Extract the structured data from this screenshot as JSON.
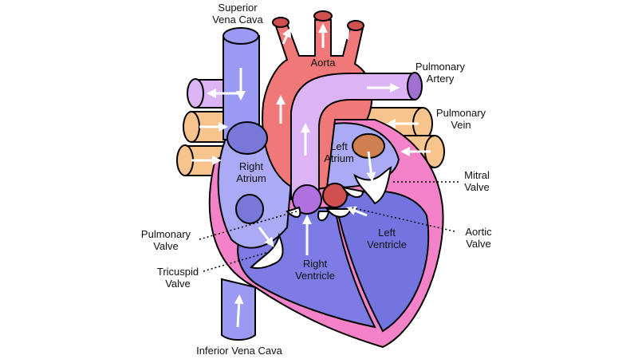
{
  "title": "Heart diagram",
  "labels": {
    "superior_vena_cava": [
      "Superior",
      "Vena Cava"
    ],
    "aorta": "Aorta",
    "pulmonary_artery": [
      "Pulmonary",
      "Artery"
    ],
    "pulmonary_vein": [
      "Pulmonary",
      "Vein"
    ],
    "left_atrium": [
      "Left",
      "Atrium"
    ],
    "right_atrium": [
      "Right",
      "Atrium"
    ],
    "mitral_valve": [
      "Mitral",
      "Valve"
    ],
    "pulmonary_valve": [
      "Pulmonary",
      "Valve"
    ],
    "aortic_valve": [
      "Aortic",
      "Valve"
    ],
    "left_ventricle": [
      "Left",
      "Ventricle"
    ],
    "tricuspid_valve": [
      "Tricuspid",
      "Valve"
    ],
    "right_ventricle": [
      "Right",
      "Ventricle"
    ],
    "inferior_vena_cava": "Inferior Vena Cava"
  },
  "colors": {
    "aorta": "#f07878",
    "pulmonary_artery": "#dcb4f5",
    "pulmonary_vein": "#f8c48e",
    "vena_cava": "#9a9af2",
    "right_atrium": "#aaaaf5",
    "right_ventricle": "#7c7ce4",
    "left_ventricle": "#7474e0",
    "wall": "#f482c8"
  }
}
